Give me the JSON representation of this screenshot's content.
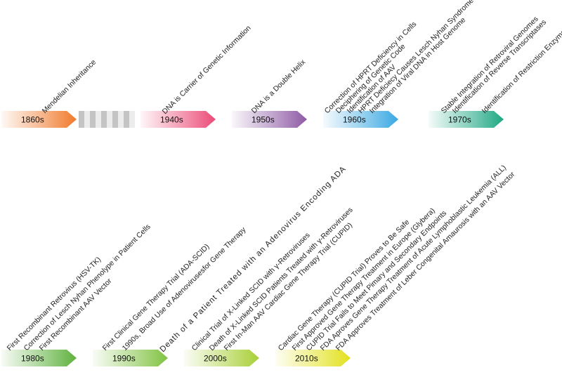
{
  "colors": {
    "text": "#222222",
    "highlight": "#d0102e",
    "break_stripes": [
      "#c4c4c4",
      "#ececec"
    ]
  },
  "rows": [
    {
      "decades": [
        {
          "label": "1860s",
          "color": "#f07a2c",
          "events": [
            "Mendelian Inheritance"
          ]
        },
        {
          "label": "1940s",
          "color": "#eb4b76",
          "events": [
            "DNA is Carrier of Genetic Information"
          ]
        },
        {
          "label": "1950s",
          "color": "#8e5aa4",
          "events": [
            "DNA is a Double Helix"
          ]
        },
        {
          "label": "1960s",
          "color": "#3aa8e2",
          "events": [
            "Correction of HPRT Deficiency in Cells",
            "Deciphering of Genetic Code",
            "Identification of AAV",
            "HPRT Deficiecy Causes Lesch Nyhan Syndrome",
            "Integration of Viral DNA in Host Genome"
          ]
        },
        {
          "label": "1970s",
          "color": "#1fa883",
          "events": [
            "Stable Integration of Retroviral Genomes",
            "Identification of Reverse Transcriptases",
            "Identification of Restriction Enzymes"
          ]
        }
      ]
    },
    {
      "decades": [
        {
          "label": "1980s",
          "color": "#5fb23e",
          "events": [
            "First Recombinant Retrovirus (HSV-TK)",
            "Correction of Lesch Nyhan Phenolype in Patient Cells",
            "First Recombinant AAV Vector"
          ]
        },
        {
          "label": "1990s",
          "color": "#80c241",
          "events": [
            "First Clinical Gene Therapy Trial (ADA-SCID)",
            "1990s, Broad Use of Adenovirusesfor Gene Therapy",
            "Death of a Patient Treated with an Adenovirus Encoding ADA"
          ]
        },
        {
          "label": "2000s",
          "color": "#a8cf36",
          "events": [
            "Clinical Trial of X-Linked SCID with γ-Retroviruses",
            "Death of X-Linked SCID Patients Treated with γ-Retroviruses",
            "First In-Man AAV Cardiac Gene Therapy Trial (CUPID)"
          ]
        },
        {
          "label": "2010s",
          "color": "#e3e11c",
          "events": [
            "Cardiac Gene Therapy (CUPID Trial) Proves to Be Safe",
            "First Approved Gene Therapy Treatment in Europe (Glybera)",
            "CUPID Trial Fails to Meet Pimary and Secondary Endpoints",
            "FDA Aproves Gene Therapy Treatment of Acute Lymphoblastic Leukemia (ALL)",
            "FDA Approves Treatment of Leber Congenital Amaurosis with an AAV Vector"
          ]
        }
      ]
    }
  ]
}
